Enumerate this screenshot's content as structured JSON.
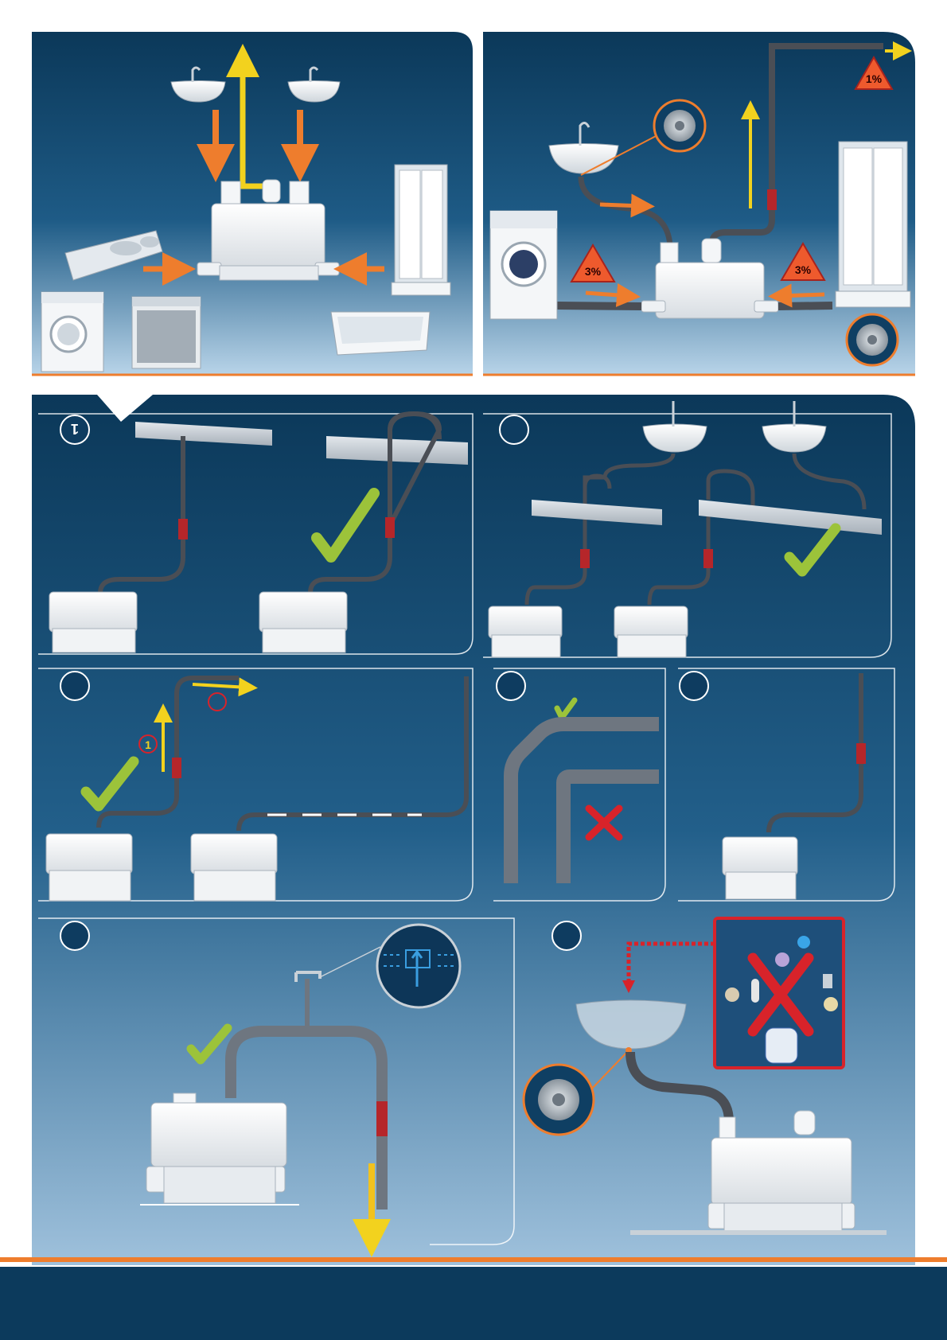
{
  "panels": {
    "step1": {
      "badge": "1"
    },
    "step3_height": {
      "marker": "1"
    },
    "top_right": {
      "slope_left": "3%",
      "slope_right": "3%",
      "slope_top": "1%"
    }
  },
  "colors": {
    "bg_dark": "#0c3a5c",
    "bg_light": "#a9c8e0",
    "accent_orange": "#ee7d2d",
    "arrow_yellow": "#f2d21e",
    "check_green": "#9cc33a",
    "cross_red": "#d8232a",
    "pipe_gray": "#4a4e55",
    "valve_red": "#b5262a"
  },
  "icons": [
    "washbasin-icon",
    "shower-cabin-icon",
    "bathtub-icon",
    "kitchen-sink-icon",
    "washing-machine-icon",
    "dishwasher-icon",
    "drain-strainer-icon",
    "check-mark-icon",
    "cross-mark-icon",
    "warning-triangle-icon"
  ]
}
